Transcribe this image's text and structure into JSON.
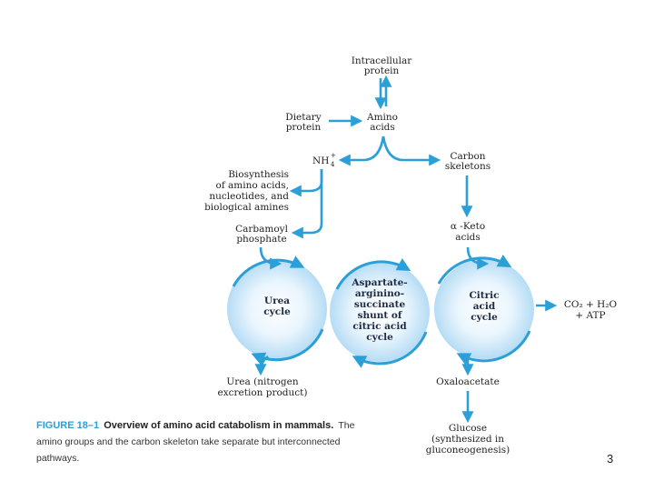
{
  "colors": {
    "arrow": "#2b9fd8",
    "cycle_fill_center": "#ffffff",
    "cycle_fill_edge": "#bfe1f7",
    "caption_accent": "#2b9fd8"
  },
  "nodes": {
    "intracellular_protein": [
      "Intracellular",
      "protein"
    ],
    "dietary_protein": [
      "Dietary",
      "protein"
    ],
    "amino_acids": [
      "Amino",
      "acids"
    ],
    "nh4": "NH",
    "nh4_super": "+",
    "nh4_sub": "4",
    "carbon_skeletons": [
      "Carbon",
      "skeletons"
    ],
    "biosynthesis": [
      "Biosynthesis",
      "of amino acids,",
      "nucleotides, and",
      "biological amines"
    ],
    "carbamoyl_phosphate": [
      "Carbamoyl",
      "phosphate"
    ],
    "alpha_keto_acids": [
      "α -Keto",
      "acids"
    ],
    "co2_h2o_atp": [
      "CO₂ + H₂O",
      "+ ATP"
    ],
    "urea_product": [
      "Urea (nitrogen",
      "excretion product)"
    ],
    "oxaloacetate": "Oxaloacetate",
    "glucose": [
      "Glucose",
      "(synthesized in",
      "gluconeogenesis)"
    ]
  },
  "cycles": {
    "urea": [
      "Urea",
      "cycle"
    ],
    "aspartate": [
      "Aspartate-",
      "argininо-",
      "succinate",
      "shunt of",
      "citric acid",
      "cycle"
    ],
    "citric": [
      "Citric",
      "acid",
      "cycle"
    ]
  },
  "caption": {
    "figure_label": "FIGURE 18–1",
    "title": "Overview of amino acid catabolism in mammals.",
    "body": "The amino groups and the carbon skeleton take separate but interconnected pathways."
  },
  "page_number": "3"
}
